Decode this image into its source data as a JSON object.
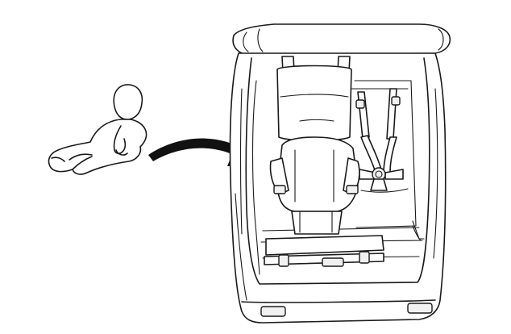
{
  "illustration": {
    "kind": "line-drawing",
    "subjects": [
      "infant",
      "arrow",
      "child-trailer-with-harness-seat"
    ],
    "line_color": "#1a1a1a",
    "arrow_color": "#111111",
    "background": "#ffffff"
  }
}
